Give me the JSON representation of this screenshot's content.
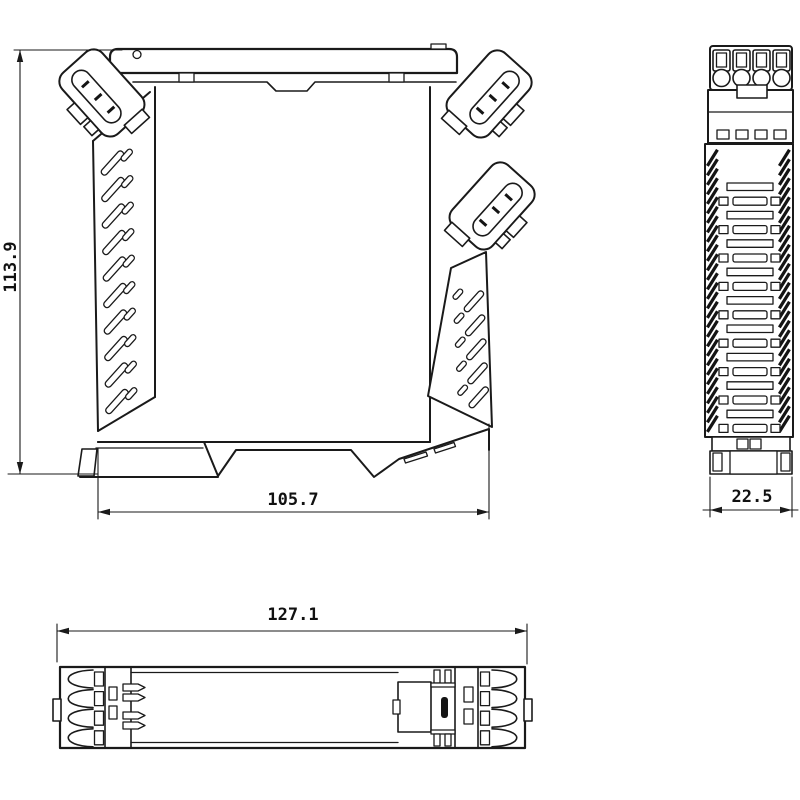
{
  "drawing": {
    "type": "technical-dimension-drawing",
    "subject": "din-rail-module",
    "colors": {
      "line": "#1a1a1a",
      "background": "#ffffff"
    },
    "dimensions": {
      "front_height": "113.9",
      "front_width": "105.7",
      "side_width": "22.5",
      "top_width": "127.1"
    }
  }
}
